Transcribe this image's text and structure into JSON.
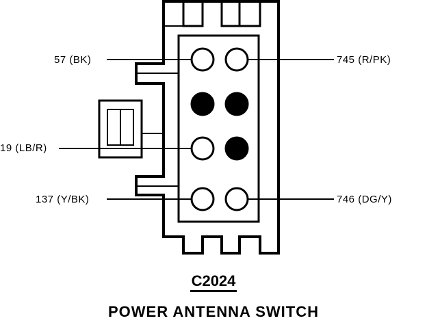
{
  "diagram": {
    "connector_id": "C2024",
    "component_name": "POWER ANTENNA SWITCH",
    "pins": [
      {
        "label": "57 (BK)",
        "state": "open"
      },
      {
        "label": "745 (R/PK)",
        "state": "open"
      },
      {
        "label": "",
        "state": "filled"
      },
      {
        "label": "",
        "state": "filled"
      },
      {
        "label": "19 (LB/R)",
        "state": "open"
      },
      {
        "label": "",
        "state": "filled"
      },
      {
        "label": "137 (Y/BK)",
        "state": "open"
      },
      {
        "label": "746 (DG/Y)",
        "state": "open"
      }
    ]
  }
}
